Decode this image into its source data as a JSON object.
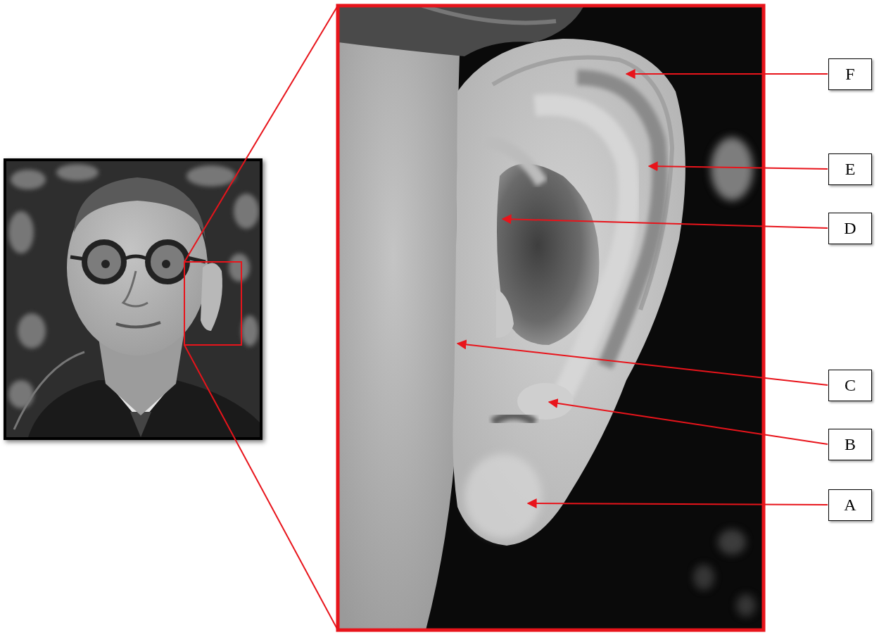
{
  "diagram": {
    "nodes": [
      {
        "text": [
          "F"
        ]
      },
      {
        "text": [
          "E"
        ]
      },
      {
        "text": [
          "D"
        ]
      },
      {
        "text": [
          "C"
        ]
      },
      {
        "text": [
          "B"
        ]
      },
      {
        "text": [
          "A"
        ]
      }
    ]
  }
}
